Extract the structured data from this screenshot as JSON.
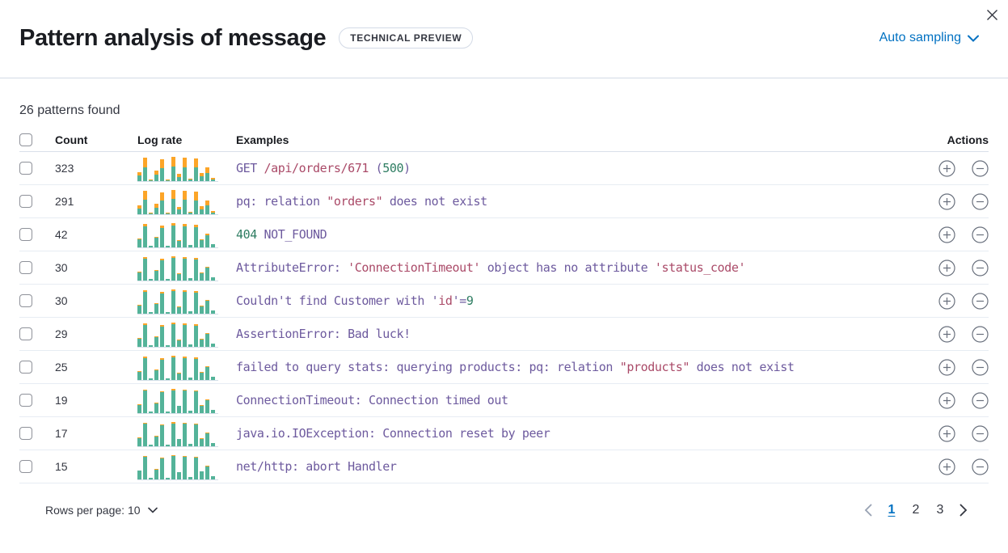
{
  "header": {
    "title": "Pattern analysis of message",
    "badge": "TECHNICAL PREVIEW",
    "sampling_label": "Auto sampling"
  },
  "summary": {
    "patterns_found": "26 patterns found"
  },
  "table": {
    "columns": {
      "count": "Count",
      "log_rate": "Log rate",
      "examples": "Examples",
      "actions": "Actions"
    },
    "rows": [
      {
        "count": "323",
        "orange_ratio": 0.4,
        "example": [
          {
            "text": "GET ",
            "color": "purple"
          },
          {
            "text": "/api/orders/671",
            "color": "red"
          },
          {
            "text": " (",
            "color": "purple"
          },
          {
            "text": "500",
            "color": "green"
          },
          {
            "text": ")",
            "color": "purple"
          }
        ]
      },
      {
        "count": "291",
        "orange_ratio": 0.38,
        "example": [
          {
            "text": "pq: relation ",
            "color": "purple"
          },
          {
            "text": "\"orders\"",
            "color": "red"
          },
          {
            "text": " does not exist",
            "color": "purple"
          }
        ]
      },
      {
        "count": "42",
        "orange_ratio": 0.1,
        "example": [
          {
            "text": "404",
            "color": "green"
          },
          {
            "text": " NOT_FOUND",
            "color": "purple"
          }
        ]
      },
      {
        "count": "30",
        "orange_ratio": 0.08,
        "example": [
          {
            "text": "AttributeError: ",
            "color": "purple"
          },
          {
            "text": "'ConnectionTimeout'",
            "color": "red"
          },
          {
            "text": " object has no attribute ",
            "color": "purple"
          },
          {
            "text": "'status_code'",
            "color": "red"
          }
        ]
      },
      {
        "count": "30",
        "orange_ratio": 0.08,
        "example": [
          {
            "text": "Couldn't find Customer with '",
            "color": "purple"
          },
          {
            "text": "id",
            "color": "red"
          },
          {
            "text": "'=",
            "color": "purple"
          },
          {
            "text": "9",
            "color": "green"
          }
        ]
      },
      {
        "count": "29",
        "orange_ratio": 0.08,
        "example": [
          {
            "text": "AssertionError: Bad luck!",
            "color": "purple"
          }
        ]
      },
      {
        "count": "25",
        "orange_ratio": 0.07,
        "example": [
          {
            "text": "failed to query stats: querying products: pq: relation ",
            "color": "purple"
          },
          {
            "text": "\"products\"",
            "color": "red"
          },
          {
            "text": " does not exist",
            "color": "purple"
          }
        ]
      },
      {
        "count": "19",
        "orange_ratio": 0.05,
        "example": [
          {
            "text": "ConnectionTimeout: Connection timed out",
            "color": "purple"
          }
        ]
      },
      {
        "count": "17",
        "orange_ratio": 0.05,
        "example": [
          {
            "text": "java.io.IOException: Connection reset by peer",
            "color": "purple"
          }
        ]
      },
      {
        "count": "15",
        "orange_ratio": 0.04,
        "example": [
          {
            "text": "net/http: abort Handler",
            "color": "purple"
          }
        ]
      }
    ]
  },
  "chart_data": {
    "type": "bar",
    "description": "Per-row log-rate histogram sparkline; teal = docs per time bucket, orange top = docs matching the pattern",
    "buckets": [
      0.36,
      0.95,
      0.07,
      0.42,
      0.86,
      0.08,
      0.97,
      0.28,
      0.92,
      0.1,
      0.9,
      0.32,
      0.55,
      0.14
    ],
    "bar_colors": {
      "base": "#54b399",
      "pattern": "#fca528"
    }
  },
  "footer": {
    "rows_per_page_label": "Rows per page: 10",
    "pages": [
      "1",
      "2",
      "3"
    ],
    "active_page": "1"
  },
  "colors": {
    "link_blue": "#0071c2",
    "token_purple": "#6d5a9e",
    "token_red": "#aa4a68",
    "token_green": "#2e7d62",
    "bar_green": "#54b399",
    "bar_orange": "#fca528"
  }
}
